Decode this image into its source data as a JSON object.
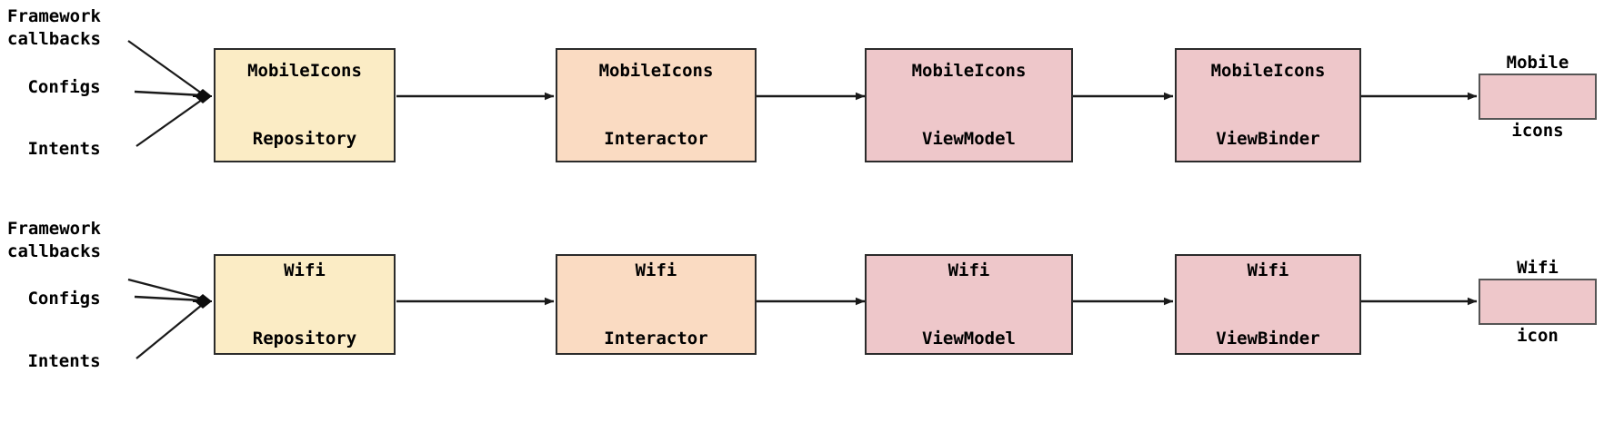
{
  "diagram": {
    "type": "pipeline-flow",
    "title": "",
    "colors": {
      "repository_fill": "#fbecc5",
      "interactor_fill": "#fadbc2",
      "viewmodel_fill": "#eec7ca",
      "viewbinder_fill": "#eec7ca",
      "output_fill": "#eec7ca",
      "border": "#2b2b2b",
      "arrow": "#1a1a1a",
      "background": "#ffffff",
      "text": "#000000"
    },
    "input_labels": [
      {
        "id": "framework-callbacks",
        "text": "Framework\ncallbacks"
      },
      {
        "id": "configs",
        "text": "Configs"
      },
      {
        "id": "intents",
        "text": "Intents"
      }
    ],
    "rows": [
      {
        "id": "mobile-icons-row",
        "inputs": [
          {
            "id": "framework-callbacks",
            "text": "Framework\ncallbacks"
          },
          {
            "id": "configs",
            "text": "Configs"
          },
          {
            "id": "intents",
            "text": "Intents"
          }
        ],
        "nodes": [
          {
            "id": "mobileicons-repository",
            "line1": "MobileIcons",
            "line2": "Repository",
            "kind": "repository"
          },
          {
            "id": "mobileicons-interactor",
            "line1": "MobileIcons",
            "line2": "Interactor",
            "kind": "interactor"
          },
          {
            "id": "mobileicons-viewmodel",
            "line1": "MobileIcons",
            "line2": "ViewModel",
            "kind": "viewmodel"
          },
          {
            "id": "mobileicons-viewbinder",
            "line1": "MobileIcons",
            "line2": "ViewBinder",
            "kind": "viewbinder"
          },
          {
            "id": "mobile-icons-output",
            "line1": "Mobile",
            "line2": "icons",
            "kind": "output"
          }
        ]
      },
      {
        "id": "wifi-row",
        "inputs": [
          {
            "id": "framework-callbacks",
            "text": "Framework\ncallbacks"
          },
          {
            "id": "configs",
            "text": "Configs"
          },
          {
            "id": "intents",
            "text": "Intents"
          }
        ],
        "nodes": [
          {
            "id": "wifi-repository",
            "line1": "Wifi",
            "line2": "Repository",
            "kind": "repository"
          },
          {
            "id": "wifi-interactor",
            "line1": "Wifi",
            "line2": "Interactor",
            "kind": "interactor"
          },
          {
            "id": "wifi-viewmodel",
            "line1": "Wifi",
            "line2": "ViewModel",
            "kind": "viewmodel"
          },
          {
            "id": "wifi-viewbinder",
            "line1": "Wifi",
            "line2": "ViewBinder",
            "kind": "viewbinder"
          },
          {
            "id": "wifi-icon-output",
            "line1": "Wifi",
            "line2": "icon",
            "kind": "output"
          }
        ]
      }
    ]
  }
}
